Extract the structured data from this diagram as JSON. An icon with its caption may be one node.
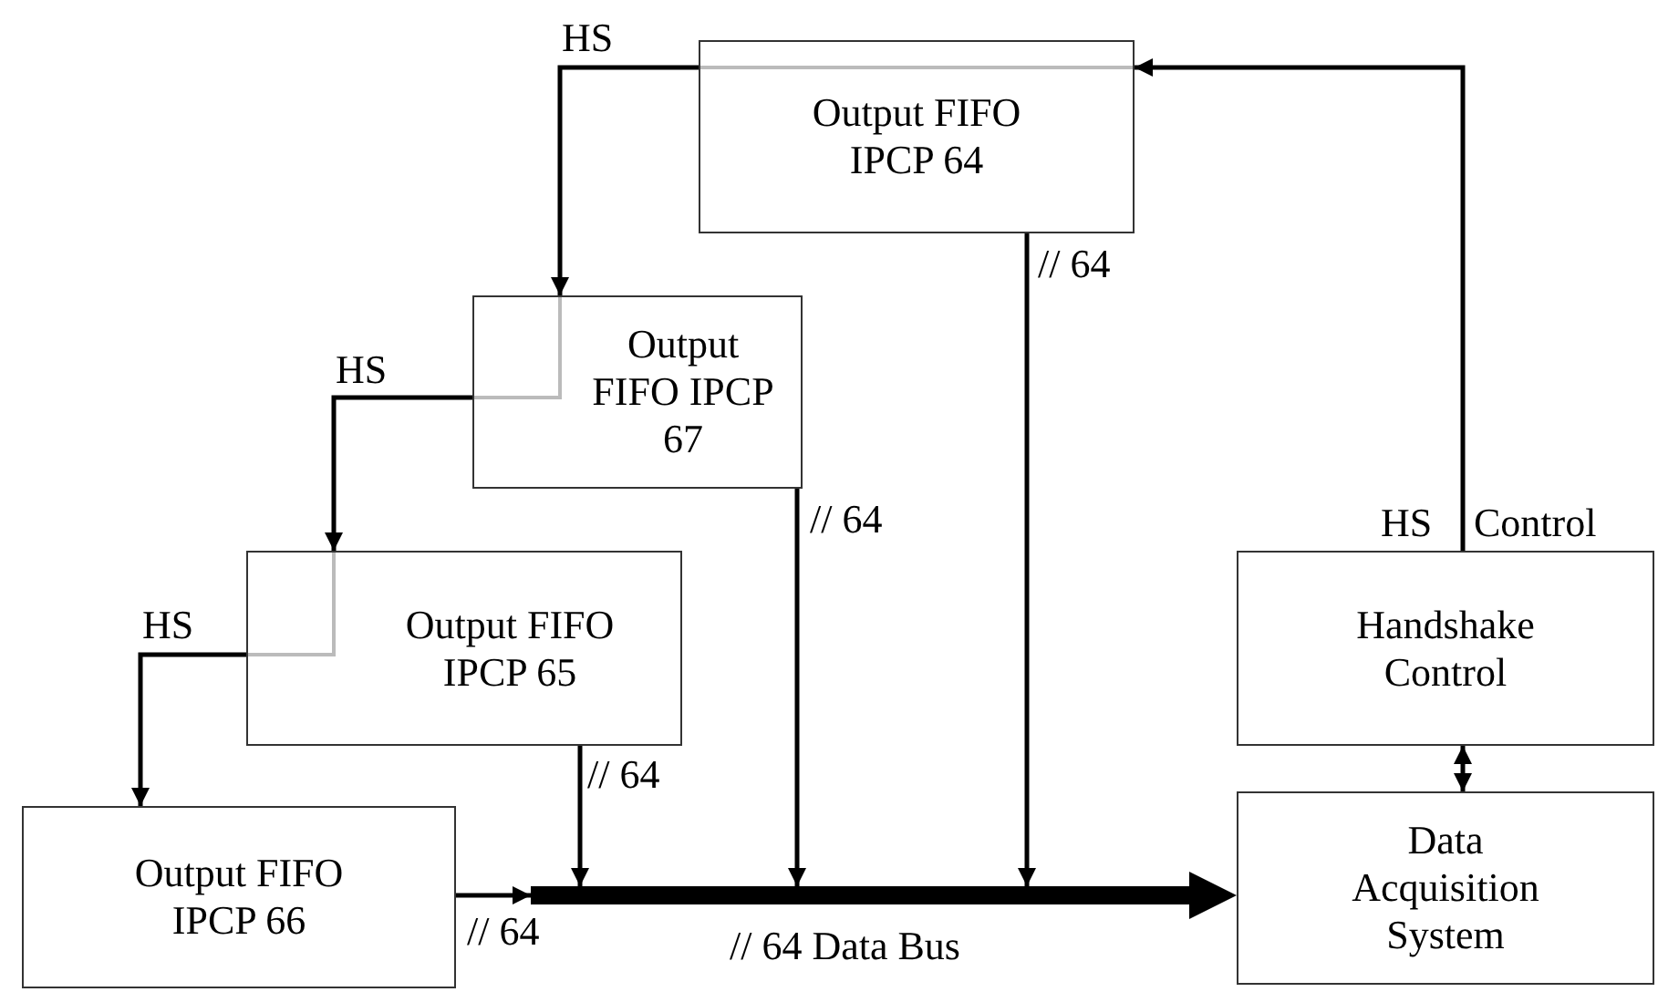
{
  "diagram": {
    "nodes": [
      {
        "text": [
          "Output FIFO IPCP 64"
        ]
      },
      {
        "text": [
          "Output FIFO IPCP 67"
        ]
      },
      {
        "text": [
          "Output FIFO IPCP 65"
        ]
      },
      {
        "text": [
          "Handshake Control"
        ]
      },
      {
        "text": [
          "Output FIFO IPCP 66"
        ]
      },
      {
        "text": [],
        "shape": "bar",
        "beside": [
          "// 64 Data Bus"
        ]
      },
      {
        "text": [
          "Data Acquisition System"
        ]
      }
    ],
    "edges": [
      {
        "from": 3,
        "to": 0,
        "arrow": "to"
      },
      {
        "from": 0,
        "to": 1,
        "arrow": "to",
        "label": "HS"
      },
      {
        "from": 1,
        "to": 2,
        "arrow": "to",
        "label": "HS"
      },
      {
        "from": 2,
        "to": 4,
        "arrow": "to",
        "label": "HS"
      },
      {
        "from": 0,
        "to": 5,
        "arrow": "to",
        "label": "// 64"
      },
      {
        "from": 1,
        "to": 5,
        "arrow": "to",
        "label": "// 64"
      },
      {
        "from": 2,
        "to": 5,
        "arrow": "to",
        "label": "// 64"
      },
      {
        "from": 4,
        "to": 5,
        "arrow": "to",
        "label": "// 64"
      },
      {
        "from": 5,
        "to": 6,
        "arrow": "to",
        "style": "thick"
      },
      {
        "from": 3,
        "to": 6,
        "arrow": "both"
      }
    ],
    "labels": [
      "HS",
      "Control"
    ]
  }
}
